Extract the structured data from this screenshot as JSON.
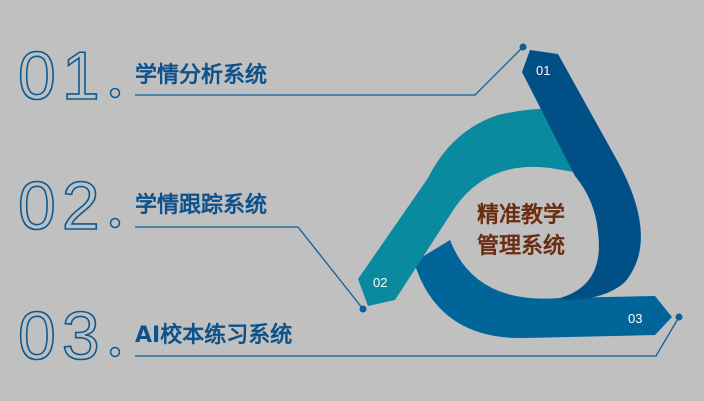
{
  "items": [
    {
      "number": "01",
      "label": "学情分析系统",
      "tag": "01"
    },
    {
      "number": "02",
      "label": "学情跟踪系统",
      "tag": "02"
    },
    {
      "number": "03",
      "label": "AI校本练习系统",
      "tag": "03"
    }
  ],
  "center": {
    "line1": "精准教学",
    "line2": "管理系统"
  },
  "colors": {
    "background": "#c0c0c0",
    "band1": "#004f86",
    "band2": "#0a8a9f",
    "band3": "#02659a",
    "center_text": "#6b2d12"
  }
}
